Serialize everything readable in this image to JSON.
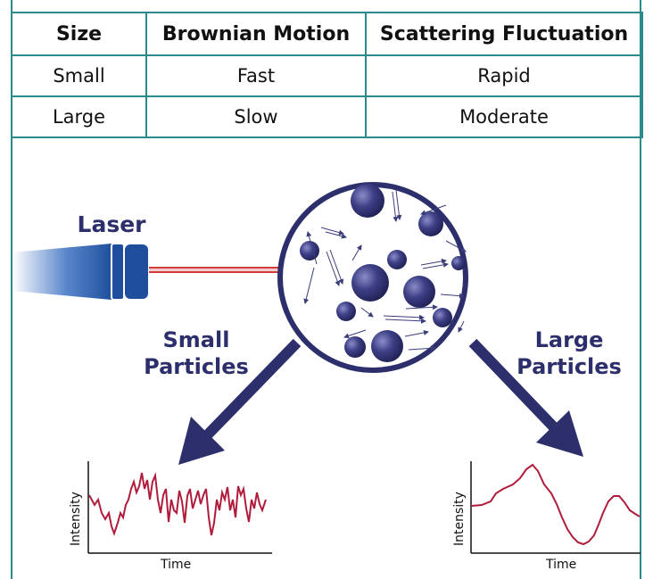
{
  "table": {
    "headers": [
      "Size",
      "Brownian Motion",
      "Scattering Fluctuation"
    ],
    "rows": [
      [
        "Small",
        "Fast",
        "Rapid"
      ],
      [
        "Large",
        "Slow",
        "Moderate"
      ]
    ]
  },
  "diagram": {
    "laser_label": "Laser",
    "small_label_line1": "Small",
    "small_label_line2": "Particles",
    "large_label_line1": "Large",
    "large_label_line2": "Particles",
    "small_plot": {
      "ylabel": "Intensity",
      "xlabel": "Time"
    },
    "large_plot": {
      "ylabel": "Intensity",
      "xlabel": "Time"
    }
  },
  "colors": {
    "border": "#2d8a8c",
    "navy": "#2c2f6b",
    "laser_blue": "#1f4f9c",
    "beam_red": "#d23a3a",
    "trace_red": "#b01c3c"
  }
}
